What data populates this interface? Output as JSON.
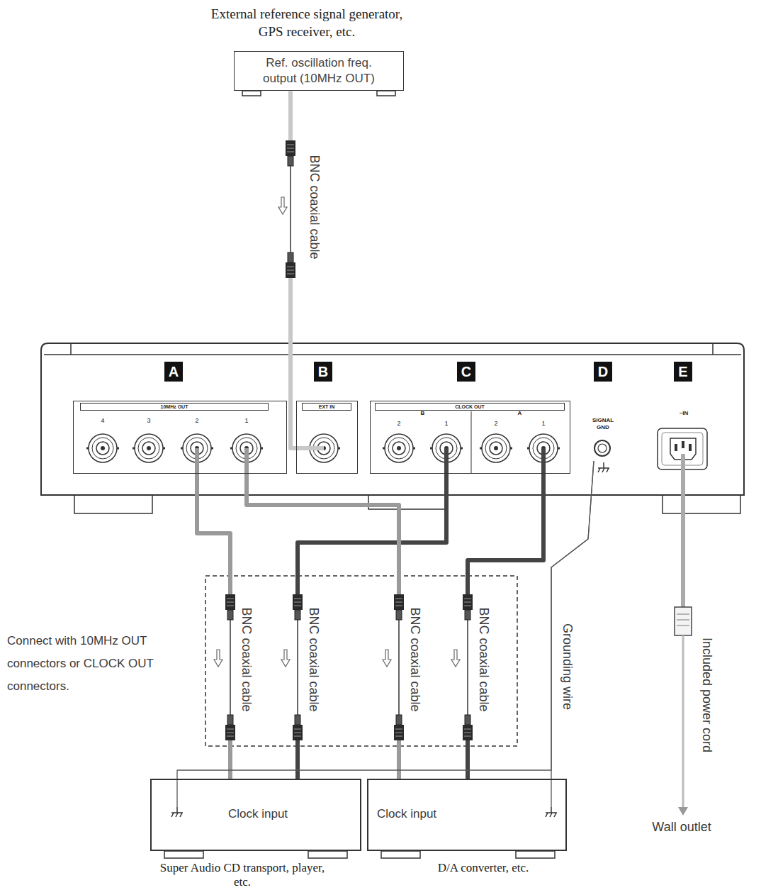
{
  "diagram": {
    "nodes": [
      {
        "text": [
          "External reference signal generator, GPS receiver, etc.",
          "Ref. oscillation freq. output (10MHz OUT)"
        ]
      },
      {
        "text": [
          "A",
          "10MHz OUT"
        ]
      },
      {
        "text": [
          "4"
        ],
        "in": 1
      },
      {
        "text": [
          "3"
        ],
        "in": 1
      },
      {
        "text": [
          "2"
        ],
        "in": 1
      },
      {
        "text": [
          "1"
        ],
        "in": 1
      },
      {
        "text": [
          "B",
          "EXT IN"
        ]
      },
      {
        "text": [
          "C",
          "CLOCK OUT"
        ]
      },
      {
        "text": [
          "B"
        ],
        "in": 7
      },
      {
        "text": [
          "2"
        ],
        "in": 8
      },
      {
        "text": [
          "1"
        ],
        "in": 8
      },
      {
        "text": [
          "A"
        ],
        "in": 7
      },
      {
        "text": [
          "2"
        ],
        "in": 11
      },
      {
        "text": [
          "1"
        ],
        "in": 11
      },
      {
        "text": [
          "D",
          "SIGNAL GND"
        ]
      },
      {
        "text": [
          "E",
          "~IN"
        ]
      },
      {
        "text": [
          "Clock input",
          "Super Audio CD transport, player, etc."
        ]
      },
      {
        "text": [
          "Clock input",
          "D/A converter, etc."
        ]
      }
    ],
    "edges": [
      {
        "from": 0,
        "to": 6,
        "label": "BNC coaxial cable",
        "arrow": "to"
      },
      {
        "from": 4,
        "to": 16,
        "label": "BNC coaxial cable",
        "arrow": "to"
      },
      {
        "from": 10,
        "to": 16,
        "label": "BNC coaxial cable",
        "arrow": "to"
      },
      {
        "from": 5,
        "to": 17,
        "label": "BNC coaxial cable",
        "arrow": "to"
      },
      {
        "from": 13,
        "to": 17,
        "label": "BNC coaxial cable",
        "arrow": "to"
      },
      {
        "from": 14,
        "to": 16,
        "arrow": "none"
      },
      {
        "from": 14,
        "to": 17,
        "label": "Grounding wire",
        "arrow": "none"
      }
    ],
    "labels": [
      "Connect with 10MHz OUT connectors or CLOCK OUT connectors.",
      "Included power cord",
      "Wall outlet"
    ]
  }
}
